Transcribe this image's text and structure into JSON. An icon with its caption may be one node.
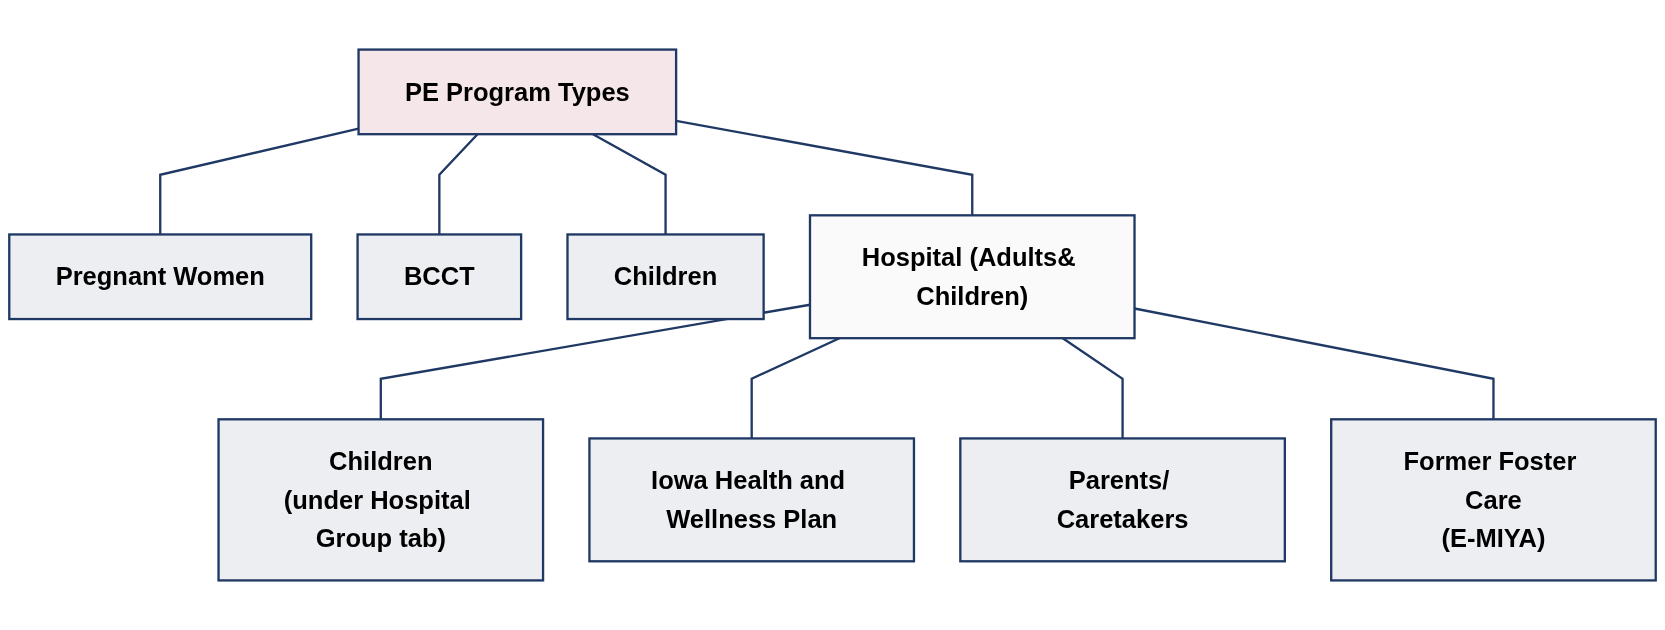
{
  "diagram": {
    "nodes": [
      {
        "text": [
          "PE Program Types"
        ]
      },
      {
        "text": [
          "Pregnant Women"
        ]
      },
      {
        "text": [
          "BCCT"
        ]
      },
      {
        "text": [
          "Children"
        ]
      },
      {
        "text": [
          "Hospital (Adults& Children)"
        ]
      },
      {
        "text": [
          "Children",
          "(under Hospital Group tab)"
        ]
      },
      {
        "text": [
          "Iowa Health and Wellness Plan"
        ]
      },
      {
        "text": [
          "Parents/ Caretakers"
        ]
      },
      {
        "text": [
          "Former Foster Care",
          "(E-MIYA)"
        ]
      }
    ],
    "edges": [
      {
        "from": 0,
        "to": 1,
        "arrow": "none"
      },
      {
        "from": 0,
        "to": 2,
        "arrow": "none"
      },
      {
        "from": 0,
        "to": 3,
        "arrow": "none"
      },
      {
        "from": 0,
        "to": 4,
        "arrow": "none"
      },
      {
        "from": 4,
        "to": 5,
        "arrow": "none"
      },
      {
        "from": 4,
        "to": 6,
        "arrow": "none"
      },
      {
        "from": 4,
        "to": 7,
        "arrow": "none"
      },
      {
        "from": 4,
        "to": 8,
        "arrow": "none"
      }
    ]
  }
}
